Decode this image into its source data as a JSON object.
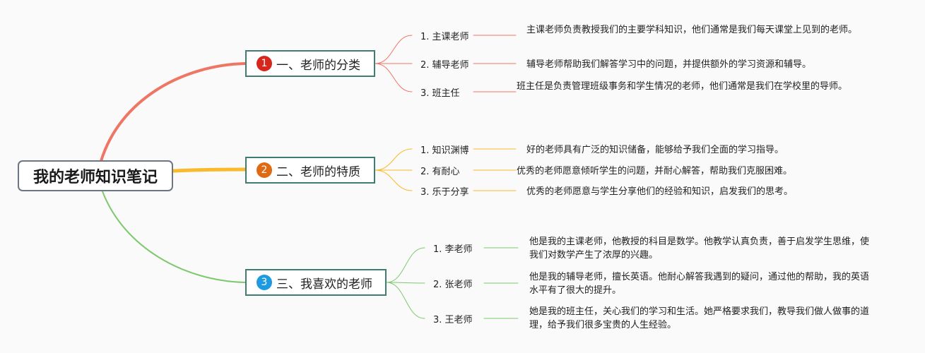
{
  "root": {
    "title": "我的老师知识笔记"
  },
  "colors": {
    "branch1": "#ef7565",
    "branch2": "#f9bb2b",
    "branch3": "#7ec86e",
    "badge1": "#d7261c",
    "badge2": "#e06a14",
    "badge3": "#1d9ae0",
    "topic_border": "#3f7d73"
  },
  "branches": [
    {
      "num": "1",
      "title": "一、老师的分类",
      "children": [
        {
          "label": "1. 主课老师",
          "desc": "主课老师负责教授我们的主要学科知识，他们通常是我们每天课堂上见到的老师。"
        },
        {
          "label": "2. 辅导老师",
          "desc": "辅导老师帮助我们解答学习中的问题，并提供额外的学习资源和辅导。"
        },
        {
          "label": "3. 班主任",
          "desc": "班主任是负责管理班级事务和学生情况的老师，他们通常是我们在学校里的导师。"
        }
      ]
    },
    {
      "num": "2",
      "title": "二、老师的特质",
      "children": [
        {
          "label": "1. 知识渊博",
          "desc": "好的老师具有广泛的知识储备，能够给予我们全面的学习指导。"
        },
        {
          "label": "2. 有耐心",
          "desc": "优秀的老师愿意倾听学生的问题，并耐心解答，帮助我们克服困难。"
        },
        {
          "label": "3. 乐于分享",
          "desc": "优秀的老师愿意与学生分享他们的经验和知识，启发我们的思考。"
        }
      ]
    },
    {
      "num": "3",
      "title": "三、我喜欢的老师",
      "children": [
        {
          "label": "1. 李老师",
          "desc": "他是我的主课老师，他教授的科目是数学。他教学认真负责，善于启发学生思维，使我们对数学产生了浓厚的兴趣。"
        },
        {
          "label": "2. 张老师",
          "desc": "他是我的辅导老师，擅长英语。他耐心解答我遇到的疑问，通过他的帮助，我的英语水平有了很大的提升。"
        },
        {
          "label": "3. 王老师",
          "desc": "她是我的班主任，关心我们的学习和生活。她严格要求我们，教导我们做人做事的道理，给予我们很多宝贵的人生经验。"
        }
      ]
    }
  ]
}
